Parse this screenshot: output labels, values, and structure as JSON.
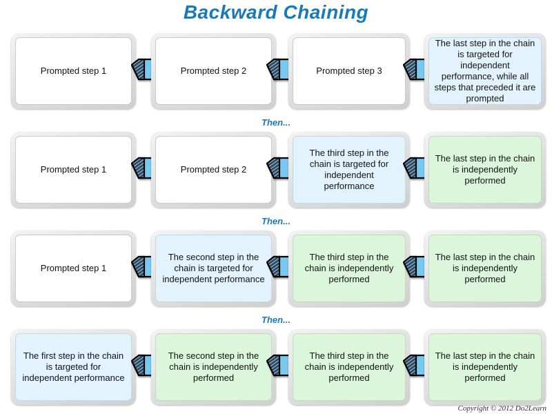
{
  "title": "Backward Chaining",
  "colors": {
    "title_blue": "#1a7ab5",
    "prompted_fill": "#ffffff",
    "targeted_fill": "#e3f3fd",
    "independent_fill": "#dcf6dc",
    "arrow_fill": "#79c8f0",
    "frame_gray": "#e2e2e2"
  },
  "connector_label": "Then...",
  "copyright": "Copyright © 2012 Do2Learn",
  "rows": [
    {
      "id": "row-1",
      "boxes": [
        {
          "id": "r1-b1",
          "label": "Prompted step 1",
          "state": "prompted"
        },
        {
          "id": "r1-b2",
          "label": "Prompted step 2",
          "state": "prompted"
        },
        {
          "id": "r1-b3",
          "label": "Prompted step 3",
          "state": "prompted"
        },
        {
          "id": "r1-b4",
          "label": "The last step in the chain is targeted for independent performance, while all steps that preceded it are prompted",
          "state": "targeted"
        }
      ]
    },
    {
      "id": "row-2",
      "boxes": [
        {
          "id": "r2-b1",
          "label": "Prompted step 1",
          "state": "prompted"
        },
        {
          "id": "r2-b2",
          "label": "Prompted step 2",
          "state": "prompted"
        },
        {
          "id": "r2-b3",
          "label": "The third step in the chain is targeted for independent performance",
          "state": "targeted"
        },
        {
          "id": "r2-b4",
          "label": "The last step in the chain is independently performed",
          "state": "independent"
        }
      ]
    },
    {
      "id": "row-3",
      "boxes": [
        {
          "id": "r3-b1",
          "label": "Prompted step 1",
          "state": "prompted"
        },
        {
          "id": "r3-b2",
          "label": "The second step in the chain is targeted for independent performance",
          "state": "targeted"
        },
        {
          "id": "r3-b3",
          "label": "The third step in the chain is independently performed",
          "state": "independent"
        },
        {
          "id": "r3-b4",
          "label": "The last step in the chain is independently performed",
          "state": "independent"
        }
      ]
    },
    {
      "id": "row-4",
      "boxes": [
        {
          "id": "r4-b1",
          "label": "The first step in the chain is targeted for independent performance",
          "state": "targeted"
        },
        {
          "id": "r4-b2",
          "label": "The second  step in the chain is independently performed",
          "state": "independent"
        },
        {
          "id": "r4-b3",
          "label": "The third step in the chain is independently performed",
          "state": "independent"
        },
        {
          "id": "r4-b4",
          "label": "The last step in the chain is independently performed",
          "state": "independent"
        }
      ]
    }
  ]
}
